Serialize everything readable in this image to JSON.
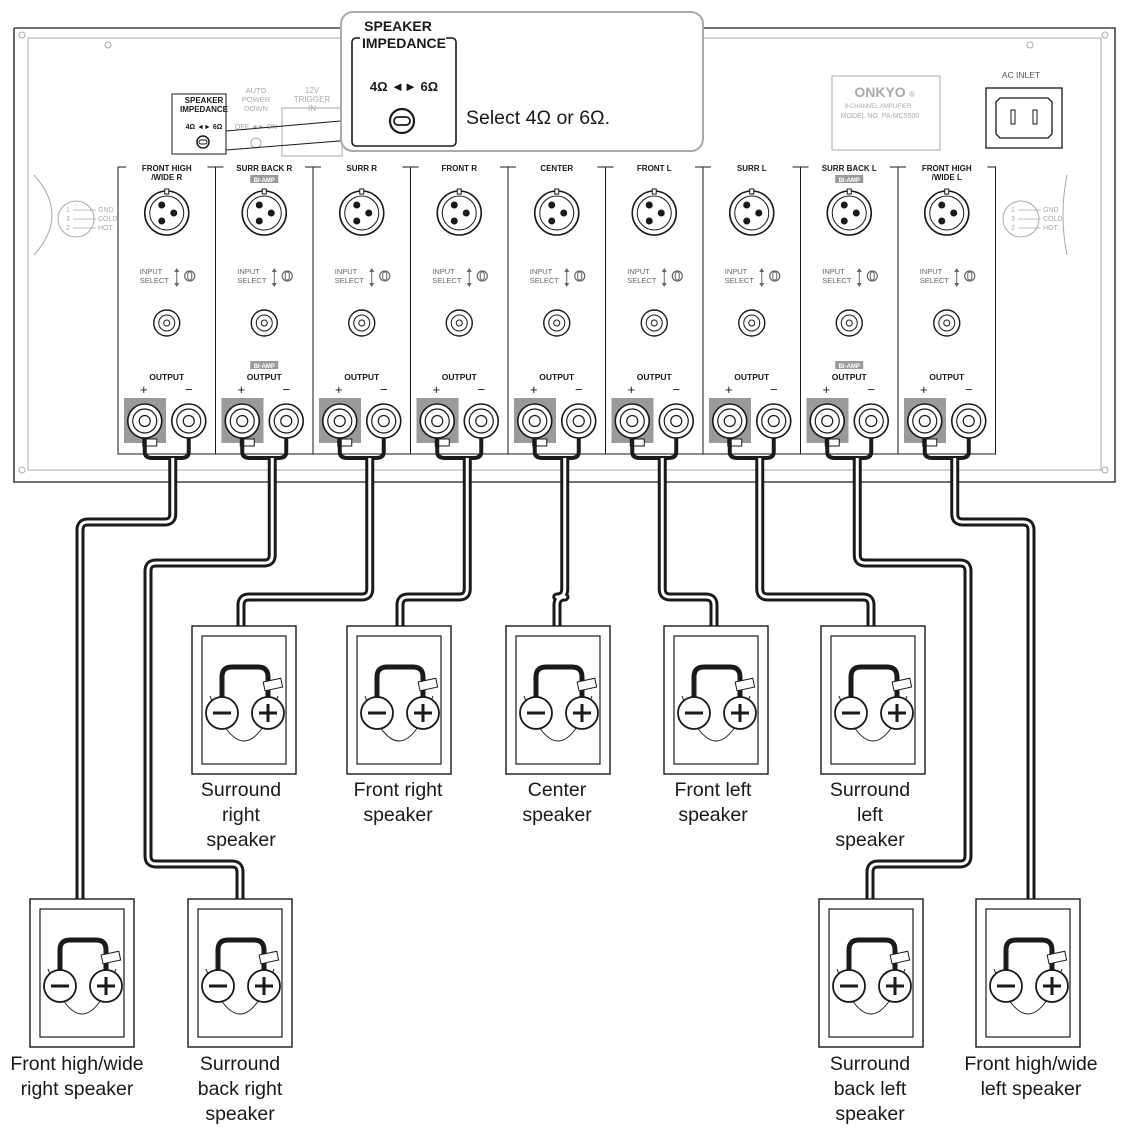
{
  "callout": {
    "title_line1": "SPEAKER",
    "title_line2": "IMPEDANCE",
    "switch_label": "4Ω ◄► 6Ω",
    "instruction": "Select 4Ω or 6Ω."
  },
  "panel": {
    "impedance_line1": "SPEAKER",
    "impedance_line2": "IMPEDANCE",
    "impedance_switch": "4Ω ◄► 6Ω",
    "apd_line1": "AUTO",
    "apd_line2": "POWER",
    "apd_line3": "DOWN",
    "apd_switch": "OFF ◄► ON",
    "trigger_line1": "12V",
    "trigger_line2": "TRIGGER",
    "trigger_line3": "IN",
    "brand": "ONKYO",
    "brand_mark": "®",
    "model_line1": "9-CHANNEL AMPLIFIER",
    "model_line2": "MODEL NO. PA-MC5500",
    "ac_inlet": "AC INLET",
    "xlr_legend": [
      {
        "num": "1",
        "label": "GND"
      },
      {
        "num": "3",
        "label": "COLD"
      },
      {
        "num": "2",
        "label": "HOT"
      }
    ],
    "input_select_line1": "INPUT",
    "input_select_line2": "SELECT",
    "output_label": "OUTPUT",
    "plus": "+",
    "minus": "−",
    "biamp": "BI-AMP"
  },
  "channels": [
    {
      "line1": "FRONT HIGH",
      "line2": "/WIDE R",
      "biamp_top": false,
      "biamp_bottom": false
    },
    {
      "line1": "SURR BACK R",
      "line2": "",
      "biamp_top": true,
      "biamp_bottom": true
    },
    {
      "line1": "SURR R",
      "line2": "",
      "biamp_top": false,
      "biamp_bottom": false
    },
    {
      "line1": "FRONT R",
      "line2": "",
      "biamp_top": false,
      "biamp_bottom": false
    },
    {
      "line1": "CENTER",
      "line2": "",
      "biamp_top": false,
      "biamp_bottom": false
    },
    {
      "line1": "FRONT L",
      "line2": "",
      "biamp_top": false,
      "biamp_bottom": false
    },
    {
      "line1": "SURR L",
      "line2": "",
      "biamp_top": false,
      "biamp_bottom": false
    },
    {
      "line1": "SURR BACK L",
      "line2": "",
      "biamp_top": true,
      "biamp_bottom": true
    },
    {
      "line1": "FRONT HIGH",
      "line2": "/WIDE L",
      "biamp_top": false,
      "biamp_bottom": false
    }
  ],
  "speakers": [
    {
      "id": "surround-right",
      "lines": [
        "Surround",
        "right",
        "speaker"
      ]
    },
    {
      "id": "front-right",
      "lines": [
        "Front right",
        "speaker"
      ]
    },
    {
      "id": "center",
      "lines": [
        "Center",
        "speaker"
      ]
    },
    {
      "id": "front-left",
      "lines": [
        "Front left",
        "speaker"
      ]
    },
    {
      "id": "surround-left",
      "lines": [
        "Surround",
        "left",
        "speaker"
      ]
    },
    {
      "id": "front-high-wide-right",
      "lines": [
        "Front high/wide",
        "right speaker"
      ]
    },
    {
      "id": "surround-back-right",
      "lines": [
        "Surround",
        "back right",
        "speaker"
      ]
    },
    {
      "id": "surround-back-left",
      "lines": [
        "Surround",
        "back left",
        "speaker"
      ]
    },
    {
      "id": "front-high-wide-left",
      "lines": [
        "Front high/wide",
        "left speaker"
      ]
    }
  ],
  "terminal_symbols": {
    "minus": "−",
    "plus": "+"
  },
  "colors": {
    "line": "#1a1a1a",
    "panel_stroke": "#444444",
    "highlight_gray": "#9a9a9a",
    "faint_gray": "#aaaaaa",
    "background": "#ffffff"
  }
}
